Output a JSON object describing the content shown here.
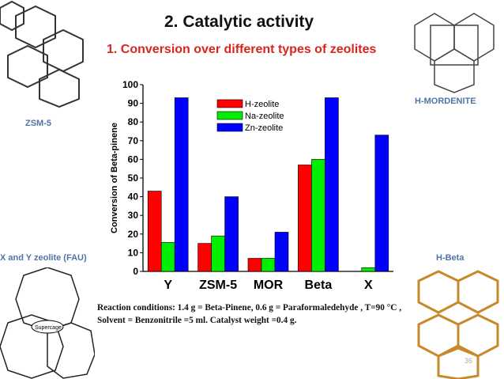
{
  "slide": {
    "title": "2. Catalytic activity",
    "subtitle": "1. Conversion over different types of zeolites",
    "image_labels": {
      "zsm5": "ZSM-5",
      "mordenite": "H-MORDENITE",
      "fau": "X and Y zeolite (FAU)",
      "beta": "H-Beta"
    },
    "fau_diagram_labels": {
      "supercage": "Supercage"
    },
    "conditions": "Reaction conditions: 1.4 g = Beta-Pinene, 0.6 g = Paraformaledehyde , T=90 °C , Solvent = Benzonitrile =5 ml. Catalyst weight =0.4 g.",
    "page_number": "36"
  },
  "chart_data": {
    "type": "bar",
    "categories": [
      "Y",
      "ZSM-5",
      "MOR",
      "Beta",
      "X"
    ],
    "series": [
      {
        "name": "H-zeolite",
        "color": "#ff0000",
        "values": [
          43,
          15,
          7,
          57,
          0
        ]
      },
      {
        "name": "Na-zeolite",
        "color": "#00ee00",
        "values": [
          15.5,
          19,
          7,
          60,
          2
        ]
      },
      {
        "name": "Zn-zeolite",
        "color": "#0000ff",
        "values": [
          93,
          40,
          21,
          93,
          73
        ]
      }
    ],
    "ylabel": "Conversion of Beta-pinene",
    "xlabel": "",
    "ylim": [
      0,
      100
    ],
    "yticks": [
      0,
      10,
      20,
      30,
      40,
      50,
      60,
      70,
      80,
      90,
      100
    ],
    "legend_position": "top-center",
    "grid": false
  }
}
